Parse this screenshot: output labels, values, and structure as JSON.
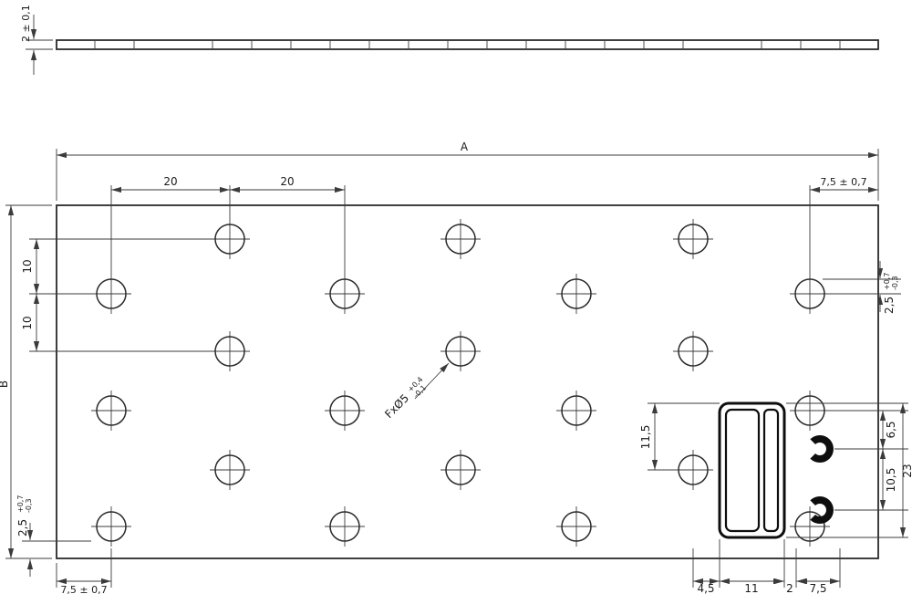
{
  "colors": {
    "line": "#3b3b3b",
    "outline": "#2a2a2a",
    "detail": "#0e0e0e",
    "text": "#1c1c1c",
    "background": "#ffffff"
  },
  "drawing": {
    "dims": {
      "thickness": "2 ± 0,1",
      "A": "A",
      "B": "B",
      "pitch1": "20",
      "pitch2": "20",
      "row1": "10",
      "row2": "10",
      "edge_top_right": "7,5 ± 0,7",
      "edge_bottom_left": "7,5 ± 0,7",
      "right_offset": {
        "value": "2,5",
        "tol_plus": "+0,7",
        "tol_minus": "-0,3"
      },
      "bottom_left_offset": {
        "value": "2,5",
        "tol_plus": "+0,7",
        "tol_minus": "-0,3"
      },
      "hole_callout": {
        "value": "FxØ5",
        "tol_plus": "+0,4",
        "tol_minus": "-0,1"
      },
      "detail_height_to_hole": "11,5",
      "detail_65": "6,5",
      "detail_105": "10,5",
      "detail_23": "23",
      "detail_45": "4,5",
      "detail_11": "11",
      "detail_2": "2",
      "detail_75": "7,5"
    },
    "holes": {
      "radius": 16,
      "rows_y": [
        262,
        322,
        385,
        450,
        515,
        577
      ],
      "cols_a": [
        252,
        505,
        760
      ],
      "cols_b": [
        122,
        378,
        632,
        888
      ]
    },
    "side_ticks": [
      104,
      147,
      233,
      276,
      319,
      362,
      405,
      448,
      491,
      534,
      577,
      620,
      663,
      706,
      749,
      835,
      878,
      921
    ]
  }
}
